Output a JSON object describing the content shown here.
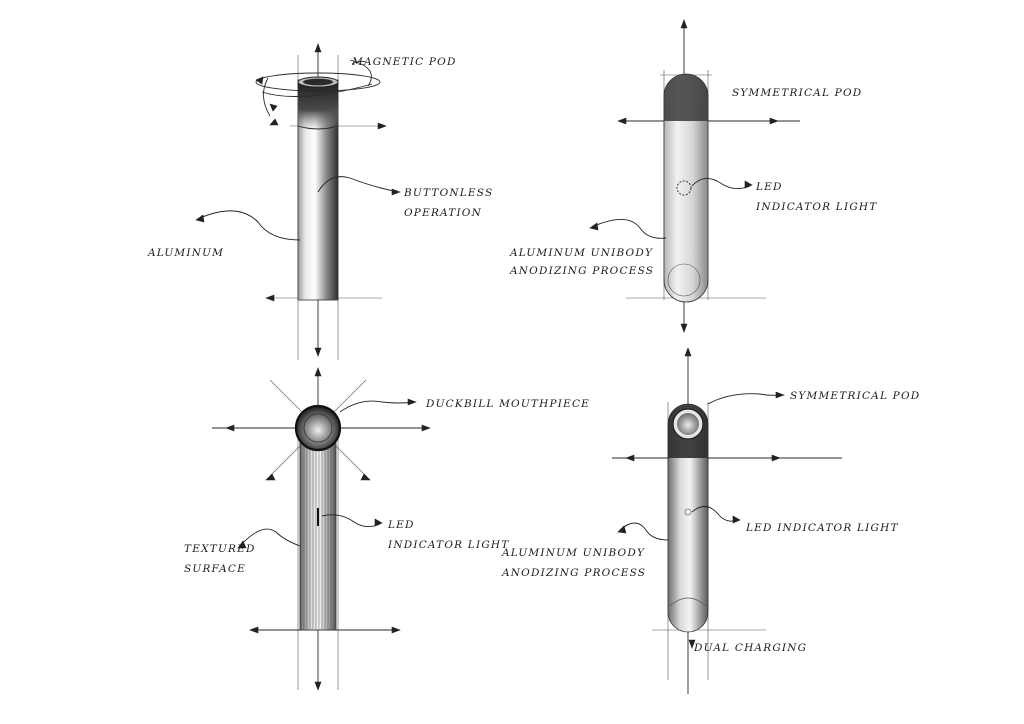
{
  "sketches": [
    {
      "id": "magnetic-pod",
      "labels": [
        "MAGNETIC POD",
        "BUTTONLESS",
        "OPERATION",
        "ALUMINUM"
      ]
    },
    {
      "id": "symmetrical-pod-top-right",
      "labels": [
        "SYMMETRICAL POD",
        "LED",
        "INDICATOR LIGHT",
        "ALUMINUM UNIBODY",
        "ANODIZING PROCESS"
      ]
    },
    {
      "id": "duckbill-pod",
      "labels": [
        "DUCKBILL MOUTHPIECE",
        "LED",
        "INDICATOR LIGHT",
        "TEXTURED",
        "SURFACE"
      ]
    },
    {
      "id": "symmetrical-pod-bottom-right",
      "labels": [
        "SYMMETRICAL  POD",
        "LED INDICATOR LIGHT",
        "ALUMINUM UNIBODY",
        "ANODIZING PROCESS",
        "DUAL CHARGING"
      ]
    }
  ]
}
